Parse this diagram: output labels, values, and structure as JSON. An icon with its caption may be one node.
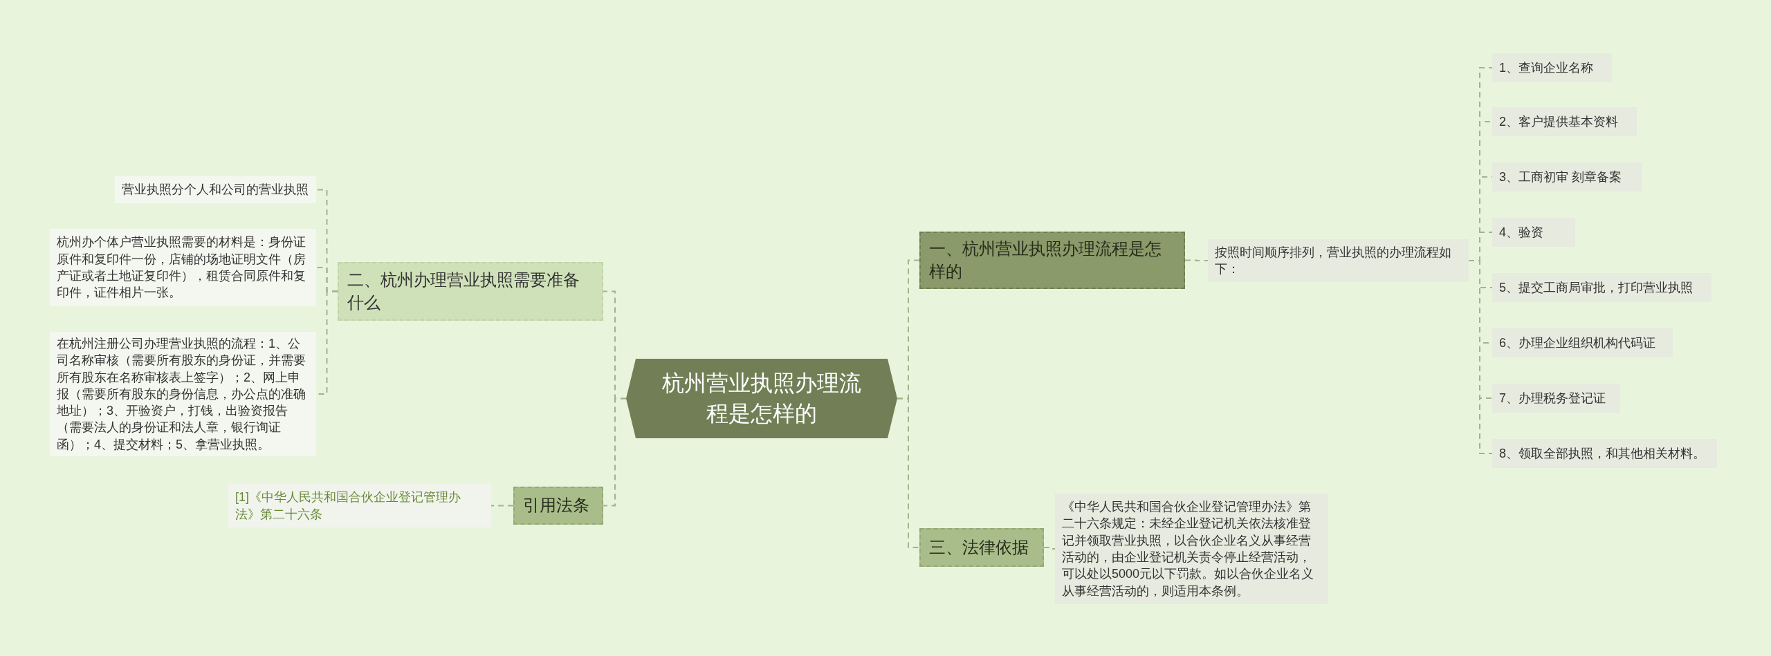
{
  "diagram": {
    "nodes": [
      {
        "text": [
          "杭州营业执照办理流程是怎样的"
        ]
      },
      {
        "text": [
          "一、杭州营业执照办理流程是怎样的"
        ]
      },
      {
        "text": [
          "按照时间顺序排列，营业执照的办理流程如下："
        ]
      },
      {
        "text": [
          "1、查询企业名称"
        ]
      },
      {
        "text": [
          "2、客户提供基本资料"
        ]
      },
      {
        "text": [
          "3、工商初审  刻章备案"
        ]
      },
      {
        "text": [
          "4、验资"
        ]
      },
      {
        "text": [
          "5、提交工商局审批，打印营业执照"
        ]
      },
      {
        "text": [
          "6、办理企业组织机构代码证"
        ]
      },
      {
        "text": [
          "7、办理税务登记证"
        ]
      },
      {
        "text": [
          "8、领取全部执照，和其他相关材料。"
        ]
      },
      {
        "text": [
          "三、法律依据"
        ]
      },
      {
        "text": [
          "《中华人民共和国合伙企业登记管理办法》第二十六条规定：未经企业登记机关依法核准登记并领取营业执照，以合伙企业名义从事经营活动的，由企业登记机关责令停止经营活动，可以处以5000元以下罚款。如以合伙企业名义从事经营活动的，则适用本条例。"
        ]
      },
      {
        "text": [
          "二、杭州办理营业执照需要准备什么"
        ]
      },
      {
        "text": [
          "营业执照分个人和公司的营业执照"
        ]
      },
      {
        "text": [
          "杭州办个体户营业执照需要的材料是：身份证原件和复印件一份，店铺的场地证明文件（房产证或者土地证复印件），租赁合同原件和复印件，证件相片一张。"
        ]
      },
      {
        "text": [
          "在杭州注册公司办理营业执照的流程：1、公司名称审核（需要所有股东的身份证，并需要所有股东在名称审核表上签字）；2、网上申报（需要所有股东的身份信息，办公点的准确地址）；3、开验资户，打钱，出验资报告（需要法人的身份证和法人章，银行询证函）；4、提交材料；5、拿营业执照。"
        ]
      },
      {
        "text": [
          "引用法条"
        ]
      },
      {
        "text": [
          "[1]《中华人民共和国合伙企业登记管理办法》第二十六条"
        ]
      }
    ],
    "edges": [
      {
        "from": 0,
        "to": 1,
        "arrow": "none"
      },
      {
        "from": 1,
        "to": 2,
        "arrow": "none"
      },
      {
        "from": 2,
        "to": 3,
        "arrow": "none"
      },
      {
        "from": 2,
        "to": 4,
        "arrow": "none"
      },
      {
        "from": 2,
        "to": 5,
        "arrow": "none"
      },
      {
        "from": 2,
        "to": 6,
        "arrow": "none"
      },
      {
        "from": 2,
        "to": 7,
        "arrow": "none"
      },
      {
        "from": 2,
        "to": 8,
        "arrow": "none"
      },
      {
        "from": 2,
        "to": 9,
        "arrow": "none"
      },
      {
        "from": 2,
        "to": 10,
        "arrow": "none"
      },
      {
        "from": 0,
        "to": 11,
        "arrow": "none"
      },
      {
        "from": 11,
        "to": 12,
        "arrow": "none"
      },
      {
        "from": 0,
        "to": 13,
        "arrow": "none"
      },
      {
        "from": 13,
        "to": 14,
        "arrow": "none"
      },
      {
        "from": 13,
        "to": 15,
        "arrow": "none"
      },
      {
        "from": 13,
        "to": 16,
        "arrow": "none"
      },
      {
        "from": 0,
        "to": 17,
        "arrow": "none"
      },
      {
        "from": 17,
        "to": 18,
        "arrow": "none"
      }
    ]
  }
}
